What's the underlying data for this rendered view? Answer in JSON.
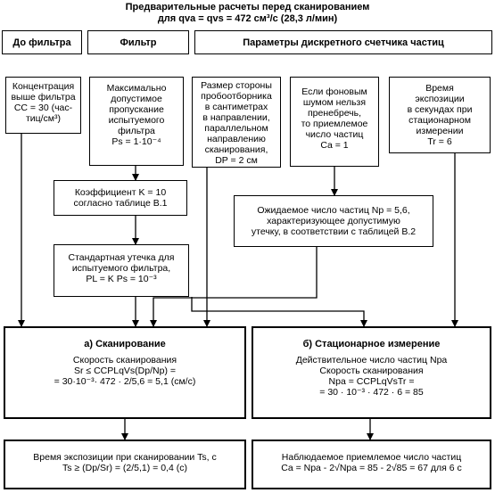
{
  "title": {
    "line1": "Предварительные расчеты перед сканированием",
    "line2": "для qva = qvs = 472 см³/с (28,3 л/мин)"
  },
  "headers": {
    "before_filter": "До фильтра",
    "filter": "Фильтр",
    "counter_params": "Параметры дискретного счетчика частиц"
  },
  "boxes": {
    "concentration": "Концентрация\nвыше фильтра\nCC = 30 (час-\nтиц/см³)",
    "max_penetration": "Максимально\nдопустимое\nпропускание\nиспытуемого\nфильтра\nPs = 1·10⁻⁴",
    "probe_size": "Размер стороны\nпробоотборника\nв сантиметрах\nв направлении,\nпараллельном\nнаправлению\nсканирования,\nDP = 2 см",
    "background": "Если фоновым\nшумом нельзя\nпренебречь,\nто приемлемое\nчисло частиц\nCa = 1",
    "exposure_time": "Время\nэкспозиции\nв секундах при\nстационарном\nизмерении\nTr = 6",
    "coefficient": "Коэффициент K = 10\nсогласно таблице В.1",
    "expected_count": "Ожидаемое число частиц Np = 5,6,\nхарактеризующее допустимую\nутечку, в соответствии с таблицей В.2",
    "standard_leak": "Стандартная утечка для\nиспытуемого фильтра,\nPL = K Ps = 10⁻³",
    "scanning_title": "а) Сканирование",
    "scanning_body": "Скорость сканирования\nSr ≤ CCPLqVs(Dp/Np) =\n= 30·10⁻³· 472 · 2/5,6 = 5,1 (см/с)",
    "stationary_title": "б) Стационарное измерение",
    "stationary_body": "Действительное число частиц Npa\nСкорость сканирования\nNpa = CCPLqVsTr =\n= 30 · 10⁻³ · 472 · 6 = 85",
    "scan_exposure": "Время экспозиции при сканировании Ts, с\nTs ≥ (Dp/Sr) = (2/5,1) = 0,4 (с)",
    "observed_count": "Наблюдаемое приемлемое число частиц\nCa = Npa - 2√Npa = 85 - 2√85 = 67 для 6 с"
  }
}
